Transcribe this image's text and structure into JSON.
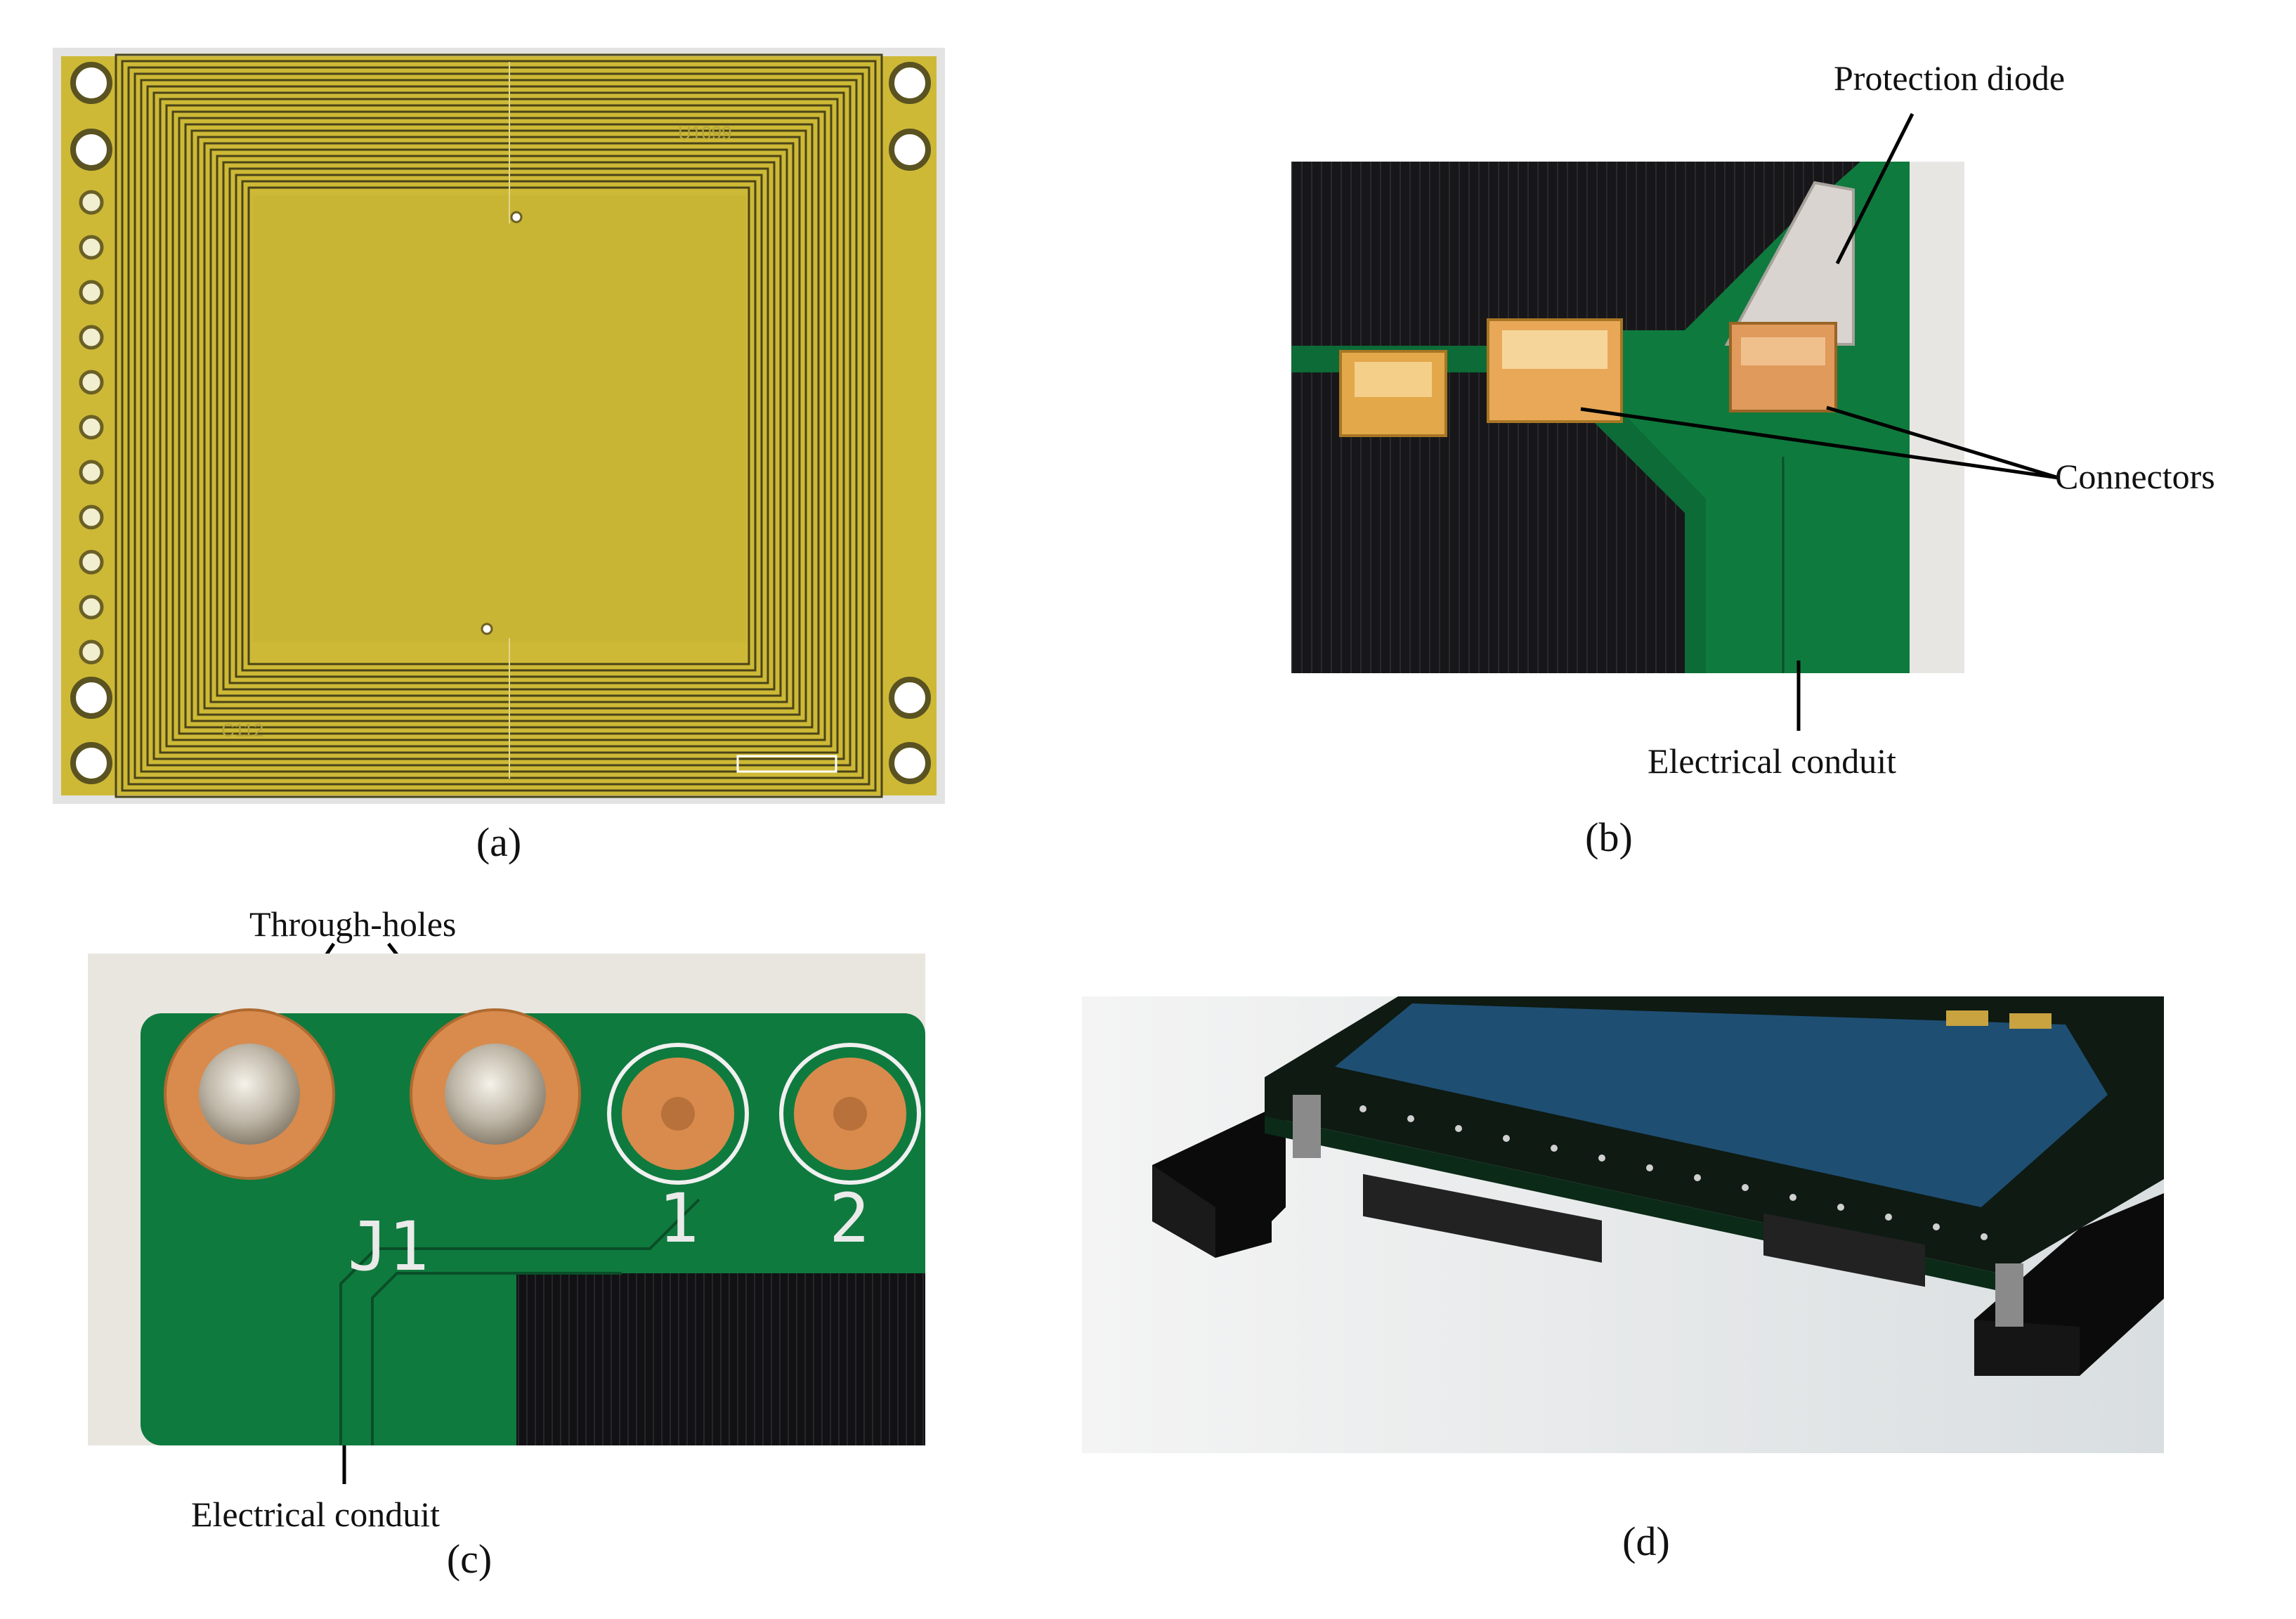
{
  "figure": {
    "panel_a": {
      "caption": "(a)",
      "silkscreen": [
        "U1099",
        "C112"
      ]
    },
    "panel_b": {
      "caption": "(b)",
      "labels": {
        "protection_diode": "Protection diode",
        "connectors": "Connectors",
        "electrical_conduit": "Electrical conduit"
      }
    },
    "panel_c": {
      "caption": "(c)",
      "labels": {
        "through_holes": "Through-holes",
        "electrical_conduit": "Electrical conduit"
      },
      "silkscreen": [
        "J1",
        "1",
        "2"
      ]
    },
    "panel_d": {
      "caption": "(d)"
    }
  },
  "colors": {
    "pcb_gold": "#cdb936",
    "pcb_trace_dark": "#3a3413",
    "pcb_green": "#0f7a3e",
    "copper": "#d88b4c",
    "solar_dark": "#141414",
    "cad_blue": "#1f4e73",
    "cad_black": "#0b0b0b"
  }
}
